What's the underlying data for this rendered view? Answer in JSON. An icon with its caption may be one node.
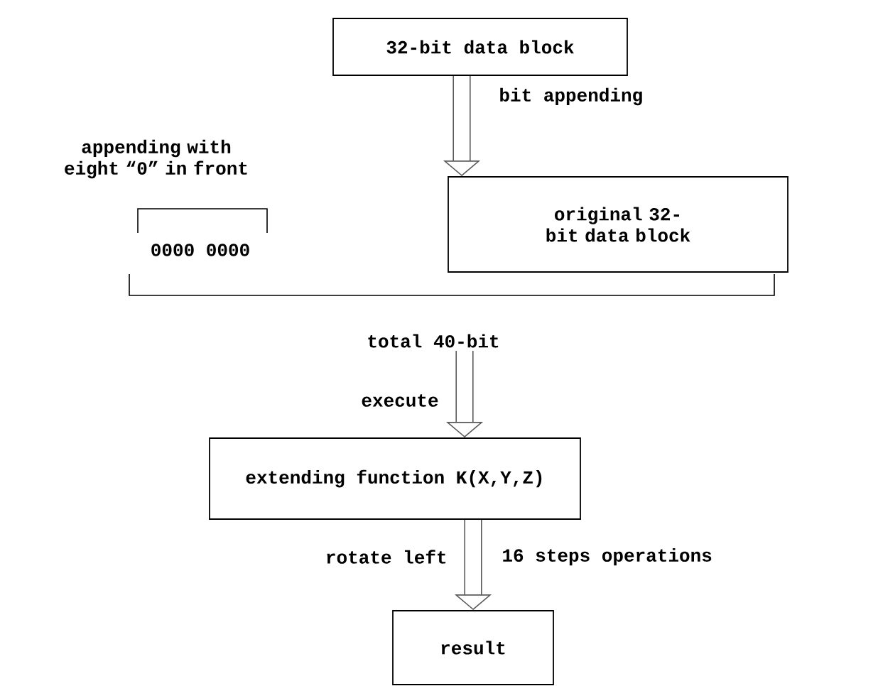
{
  "diagram": {
    "nodes": [
      {
        "text": [
          "32-bit data block"
        ]
      },
      {
        "text": [
          "original 32-bit data block"
        ]
      },
      {
        "text": [
          "total 40-bit"
        ]
      },
      {
        "text": [
          "extending function K(X,Y,Z)"
        ]
      },
      {
        "text": [
          "result"
        ]
      }
    ],
    "edges": [
      {
        "from": 0,
        "to": 1,
        "arrow": "to",
        "label": "bit appending"
      },
      {
        "from": 2,
        "to": 3,
        "arrow": "to",
        "label": "execute"
      },
      {
        "from": 3,
        "to": 4,
        "arrow": "to",
        "label": "rotate left"
      }
    ],
    "labels": [
      "appending with eight “0” in front",
      "0000 0000",
      "16 steps operations"
    ]
  }
}
